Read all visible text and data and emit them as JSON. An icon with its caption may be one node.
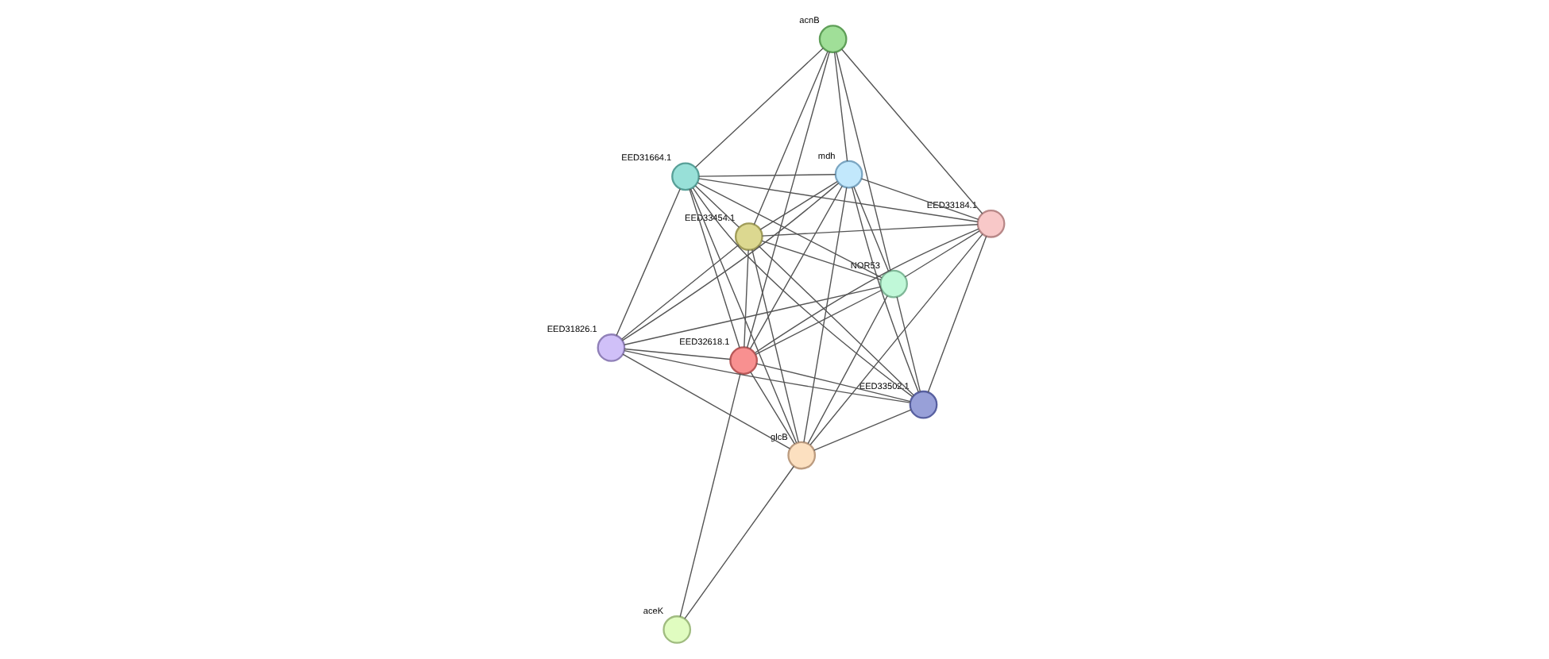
{
  "diagram": {
    "nodes": [
      {
        "text": [
          "acnB"
        ]
      },
      {
        "text": [
          "mdh"
        ]
      },
      {
        "text": [
          "aceK"
        ]
      },
      {
        "text": [
          "EED33454.1"
        ]
      },
      {
        "text": [
          "EED32618.1"
        ]
      },
      {
        "text": [
          "EED31664.1"
        ]
      },
      {
        "text": [
          "EED31826.1"
        ]
      },
      {
        "text": [
          "NOR53"
        ]
      },
      {
        "text": [
          "glcB"
        ]
      },
      {
        "text": [
          "EED33502.1"
        ]
      },
      {
        "text": [
          "EED33184.1"
        ]
      }
    ],
    "edges": [
      {
        "from": 0,
        "to": 1,
        "arrow": "none"
      },
      {
        "from": 0,
        "to": 4,
        "arrow": "none"
      },
      {
        "from": 0,
        "to": 3,
        "arrow": "none"
      },
      {
        "from": 0,
        "to": 7,
        "arrow": "none"
      },
      {
        "from": 0,
        "to": 5,
        "arrow": "none"
      },
      {
        "from": 0,
        "to": 10,
        "arrow": "none"
      },
      {
        "from": 1,
        "to": 4,
        "arrow": "none"
      },
      {
        "from": 1,
        "to": 3,
        "arrow": "none"
      },
      {
        "from": 1,
        "to": 5,
        "arrow": "none"
      },
      {
        "from": 1,
        "to": 6,
        "arrow": "none"
      },
      {
        "from": 1,
        "to": 7,
        "arrow": "none"
      },
      {
        "from": 1,
        "to": 8,
        "arrow": "none"
      },
      {
        "from": 1,
        "to": 9,
        "arrow": "none"
      },
      {
        "from": 1,
        "to": 10,
        "arrow": "none"
      },
      {
        "from": 2,
        "to": 4,
        "arrow": "none"
      },
      {
        "from": 2,
        "to": 8,
        "arrow": "none"
      },
      {
        "from": 3,
        "to": 4,
        "arrow": "none"
      },
      {
        "from": 3,
        "to": 5,
        "arrow": "none"
      },
      {
        "from": 3,
        "to": 6,
        "arrow": "none"
      },
      {
        "from": 3,
        "to": 7,
        "arrow": "none"
      },
      {
        "from": 3,
        "to": 8,
        "arrow": "none"
      },
      {
        "from": 3,
        "to": 9,
        "arrow": "none"
      },
      {
        "from": 3,
        "to": 10,
        "arrow": "none"
      },
      {
        "from": 4,
        "to": 5,
        "arrow": "none"
      },
      {
        "from": 4,
        "to": 6,
        "arrow": "none"
      },
      {
        "from": 4,
        "to": 7,
        "arrow": "none"
      },
      {
        "from": 4,
        "to": 8,
        "arrow": "none"
      },
      {
        "from": 4,
        "to": 9,
        "arrow": "none"
      },
      {
        "from": 4,
        "to": 10,
        "arrow": "none"
      },
      {
        "from": 5,
        "to": 6,
        "arrow": "none"
      },
      {
        "from": 5,
        "to": 7,
        "arrow": "none"
      },
      {
        "from": 5,
        "to": 8,
        "arrow": "none"
      },
      {
        "from": 5,
        "to": 9,
        "arrow": "none"
      },
      {
        "from": 5,
        "to": 10,
        "arrow": "none"
      },
      {
        "from": 6,
        "to": 7,
        "arrow": "none"
      },
      {
        "from": 6,
        "to": 8,
        "arrow": "none"
      },
      {
        "from": 6,
        "to": 9,
        "arrow": "none"
      },
      {
        "from": 7,
        "to": 8,
        "arrow": "none"
      },
      {
        "from": 7,
        "to": 9,
        "arrow": "none"
      },
      {
        "from": 7,
        "to": 10,
        "arrow": "none"
      },
      {
        "from": 8,
        "to": 9,
        "arrow": "none"
      },
      {
        "from": 8,
        "to": 10,
        "arrow": "none"
      },
      {
        "from": 9,
        "to": 10,
        "arrow": "none"
      }
    ]
  }
}
